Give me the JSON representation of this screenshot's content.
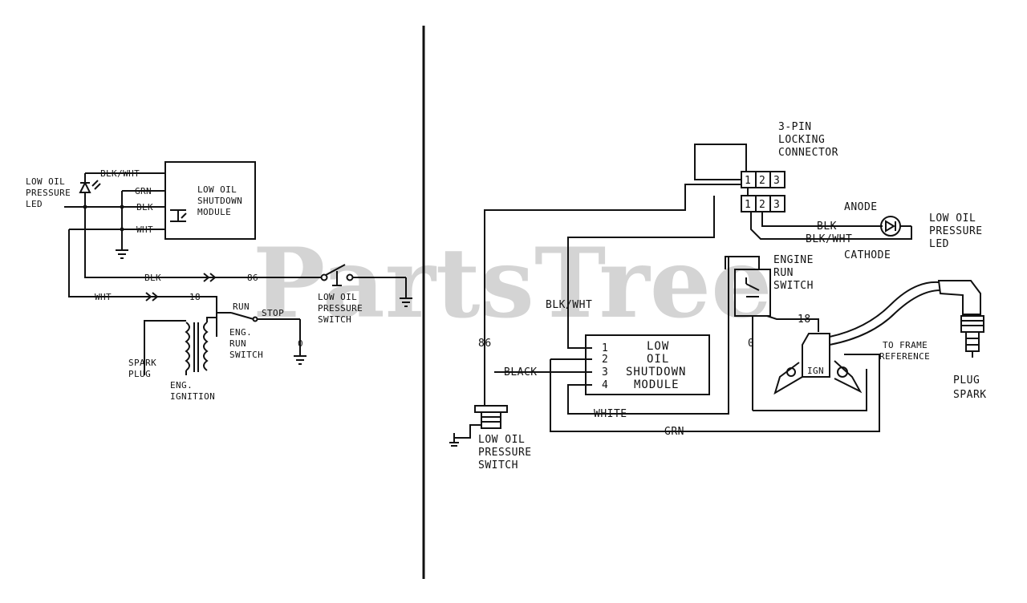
{
  "watermark": "PartsTree",
  "left": {
    "low_oil_pressure_led": [
      "LOW OIL",
      "PRESSURE",
      "LED"
    ],
    "wire_blk_wht": "BLK/WHT",
    "wire_grn": "GRN",
    "wire_blk": "BLK",
    "wire_wht": "WHT",
    "module": [
      "LOW OIL",
      "SHUTDOWN",
      "MODULE"
    ],
    "wire_blk_main": "BLK",
    "num_86": "86",
    "low_oil_pressure_switch": [
      "LOW OIL",
      "PRESSURE",
      "SWITCH"
    ],
    "wire_wht_main": "WHT",
    "num_18": "18",
    "run": "RUN",
    "stop": "STOP",
    "eng_run_switch": [
      "ENG.",
      "RUN",
      "SWITCH"
    ],
    "num_0": "0",
    "spark_plug": [
      "SPARK",
      "PLUG"
    ],
    "eng_ignition": [
      "ENG.",
      "IGNITION"
    ]
  },
  "right": {
    "connector": [
      "3-PIN",
      "LOCKING",
      "CONNECTOR"
    ],
    "pins": [
      "1",
      "2",
      "3"
    ],
    "anode": "ANODE",
    "wire_blk": "BLK",
    "led": [
      "LOW OIL",
      "PRESSURE",
      "LED"
    ],
    "wire_blk_wht": "BLK/WHT",
    "cathode": "CATHODE",
    "engine_run_switch": [
      "ENGINE",
      "RUN",
      "SWITCH"
    ],
    "wire_blk_wht_v": "BLK/WHT",
    "num_86": "86",
    "num_18": "18",
    "num_0": "0",
    "module_pins": [
      "1",
      "2",
      "3",
      "4"
    ],
    "module": [
      "LOW",
      "OIL",
      "SHUTDOWN",
      "MODULE"
    ],
    "wire_black": "BLACK",
    "to_frame": [
      "TO FRAME",
      "REFERENCE"
    ],
    "ign": "IGN",
    "plug_spark": [
      "PLUG",
      "SPARK"
    ],
    "wire_white": "WHITE",
    "wire_grn": "GRN",
    "low_oil_pressure_switch": [
      "LOW OIL",
      "PRESSURE",
      "SWITCH"
    ]
  }
}
